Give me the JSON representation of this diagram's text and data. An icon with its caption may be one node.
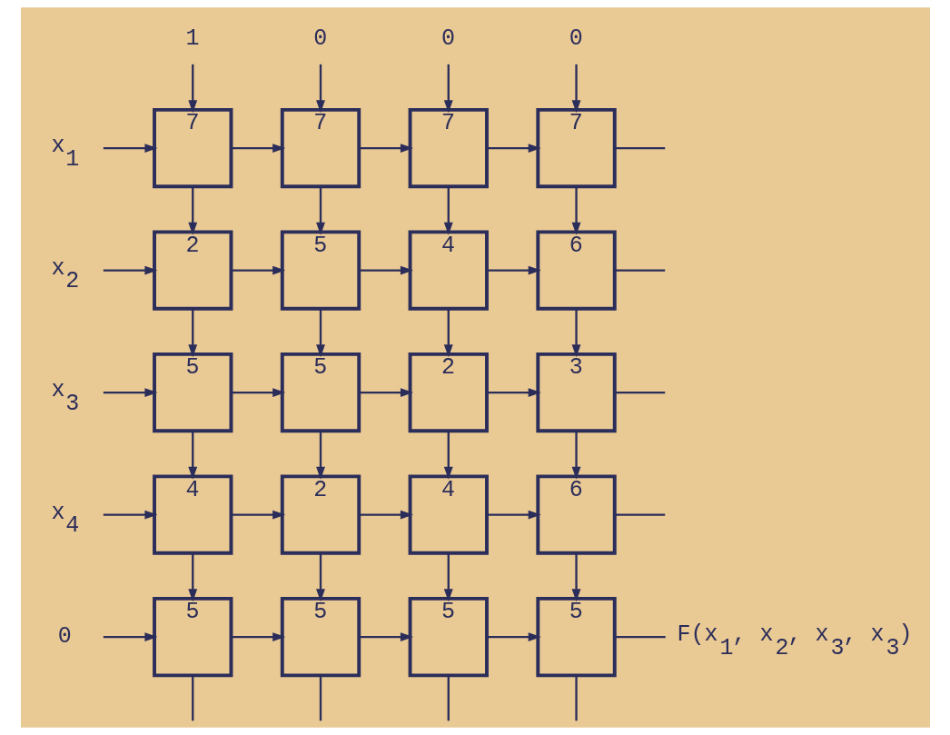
{
  "diagram": {
    "nodes": [
      {
        "text": [
          "1"
        ]
      },
      {
        "text": [
          "0"
        ]
      },
      {
        "text": [
          "0"
        ]
      },
      {
        "text": [
          "0"
        ]
      },
      {
        "text": [
          "x$_{1}$"
        ]
      },
      {
        "text": [
          "7"
        ]
      },
      {
        "text": [
          "7"
        ]
      },
      {
        "text": [
          "7"
        ]
      },
      {
        "text": [
          "7"
        ]
      },
      {
        "text": [
          "x$_{2}$"
        ]
      },
      {
        "text": [
          "2"
        ]
      },
      {
        "text": [
          "5"
        ]
      },
      {
        "text": [
          "4"
        ]
      },
      {
        "text": [
          "6"
        ]
      },
      {
        "text": [
          "x$_{3}$"
        ]
      },
      {
        "text": [
          "5"
        ]
      },
      {
        "text": [
          "5"
        ]
      },
      {
        "text": [
          "2"
        ]
      },
      {
        "text": [
          "3"
        ]
      },
      {
        "text": [
          "x$_{4}$"
        ]
      },
      {
        "text": [
          "4"
        ]
      },
      {
        "text": [
          "2"
        ]
      },
      {
        "text": [
          "4"
        ]
      },
      {
        "text": [
          "6"
        ]
      },
      {
        "text": [
          "0"
        ]
      },
      {
        "text": [
          "5"
        ]
      },
      {
        "text": [
          "5"
        ]
      },
      {
        "text": [
          "5"
        ]
      },
      {
        "text": [
          "5"
        ]
      },
      {
        "text": [
          "F(x$_{1}$, x$_{2}$, x$_{3}$, x$_{3}$)"
        ]
      }
    ],
    "edges": [
      {
        "from": 0,
        "to": 5,
        "arrow": "to"
      },
      {
        "from": 1,
        "to": 6,
        "arrow": "to"
      },
      {
        "from": 2,
        "to": 7,
        "arrow": "to"
      },
      {
        "from": 3,
        "to": 8,
        "arrow": "to"
      },
      {
        "from": 4,
        "to": 5,
        "arrow": "to"
      },
      {
        "from": 5,
        "to": 6,
        "arrow": "to"
      },
      {
        "from": 6,
        "to": 7,
        "arrow": "to"
      },
      {
        "from": 7,
        "to": 8,
        "arrow": "to"
      },
      {
        "from": 8,
        "to": null,
        "arrow": "none"
      },
      {
        "from": 9,
        "to": 10,
        "arrow": "to"
      },
      {
        "from": 10,
        "to": 11,
        "arrow": "to"
      },
      {
        "from": 11,
        "to": 12,
        "arrow": "to"
      },
      {
        "from": 12,
        "to": 13,
        "arrow": "to"
      },
      {
        "from": 13,
        "to": null,
        "arrow": "none"
      },
      {
        "from": 14,
        "to": 15,
        "arrow": "to"
      },
      {
        "from": 15,
        "to": 16,
        "arrow": "to"
      },
      {
        "from": 16,
        "to": 17,
        "arrow": "to"
      },
      {
        "from": 17,
        "to": 18,
        "arrow": "to"
      },
      {
        "from": 18,
        "to": null,
        "arrow": "none"
      },
      {
        "from": 19,
        "to": 20,
        "arrow": "to"
      },
      {
        "from": 20,
        "to": 21,
        "arrow": "to"
      },
      {
        "from": 21,
        "to": 22,
        "arrow": "to"
      },
      {
        "from": 22,
        "to": 23,
        "arrow": "to"
      },
      {
        "from": 23,
        "to": null,
        "arrow": "none"
      },
      {
        "from": 24,
        "to": 25,
        "arrow": "to"
      },
      {
        "from": 25,
        "to": 26,
        "arrow": "to"
      },
      {
        "from": 26,
        "to": 27,
        "arrow": "to"
      },
      {
        "from": 27,
        "to": 28,
        "arrow": "to"
      },
      {
        "from": 28,
        "to": 29,
        "arrow": "none"
      },
      {
        "from": 5,
        "to": 10,
        "arrow": "to"
      },
      {
        "from": 6,
        "to": 11,
        "arrow": "to"
      },
      {
        "from": 7,
        "to": 12,
        "arrow": "to"
      },
      {
        "from": 8,
        "to": 13,
        "arrow": "to"
      },
      {
        "from": 10,
        "to": 15,
        "arrow": "to"
      },
      {
        "from": 11,
        "to": 16,
        "arrow": "to"
      },
      {
        "from": 12,
        "to": 17,
        "arrow": "to"
      },
      {
        "from": 13,
        "to": 18,
        "arrow": "to"
      },
      {
        "from": 15,
        "to": 20,
        "arrow": "to"
      },
      {
        "from": 16,
        "to": 21,
        "arrow": "to"
      },
      {
        "from": 17,
        "to": 22,
        "arrow": "to"
      },
      {
        "from": 18,
        "to": 23,
        "arrow": "to"
      },
      {
        "from": 20,
        "to": 25,
        "arrow": "to"
      },
      {
        "from": 21,
        "to": 26,
        "arrow": "to"
      },
      {
        "from": 22,
        "to": 27,
        "arrow": "to"
      },
      {
        "from": 23,
        "to": 28,
        "arrow": "to"
      },
      {
        "from": 25,
        "to": null,
        "arrow": "none"
      },
      {
        "from": 26,
        "to": null,
        "arrow": "none"
      },
      {
        "from": 27,
        "to": null,
        "arrow": "none"
      },
      {
        "from": 28,
        "to": null,
        "arrow": "none"
      }
    ]
  }
}
